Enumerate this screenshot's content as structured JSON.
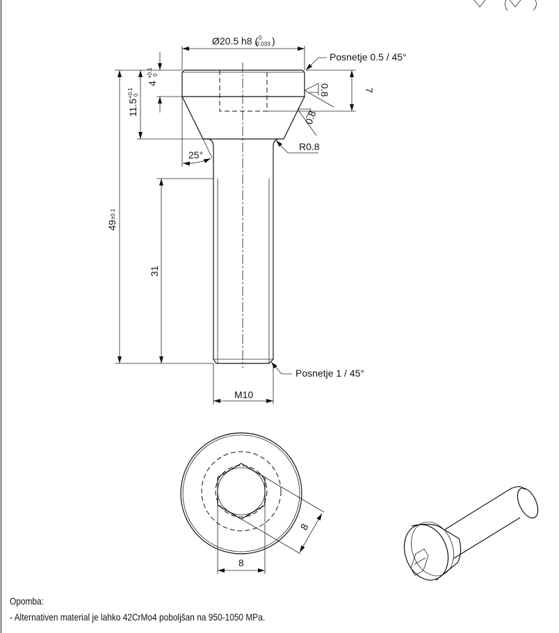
{
  "drawing": {
    "surface_symbols": {
      "general": "√",
      "other": "(√)"
    },
    "dimensions": {
      "head_diameter": "Ø20.5 h8 (",
      "head_diameter_tol_upper": "0",
      "head_diameter_tol_lower": "-0.033",
      "head_diameter_close": ")",
      "head_chamfer": "Posnetje 0.5 / 45°",
      "head_height": "4",
      "head_height_tol_upper": "+0.1",
      "head_height_tol_lower": "0",
      "head_total": "11.5",
      "head_total_tol_upper": "+0.1",
      "head_total_tol_lower": "0",
      "total_length": "49",
      "total_length_tol": "±0.1",
      "thread_length": "31",
      "socket_depth": "7",
      "roughness_1": "0.8",
      "roughness_2": "0.8",
      "fillet_radius": "R0.8",
      "cone_angle": "25°",
      "thread": "M10",
      "end_chamfer": "Posnetje 1 / 45°",
      "hex_width": "8",
      "hex_width_diag": "8"
    }
  },
  "notes": {
    "title": "Opomba:",
    "line1": "- Alternativen material je lahko 42CrMo4 poboljšan na 950-1050 MPa."
  }
}
